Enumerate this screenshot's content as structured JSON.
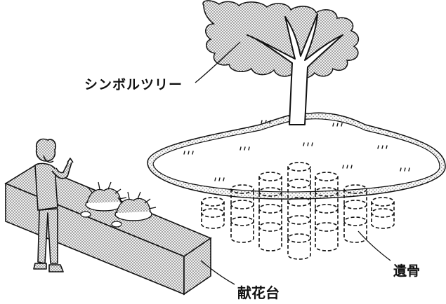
{
  "labels": {
    "symbol_tree": "シンボルツリー",
    "remains": "遺骨",
    "flower_altar": "献花台"
  },
  "colors": {
    "ink": "#111111",
    "screentone": "#bdbdbd",
    "background": "#ffffff"
  }
}
